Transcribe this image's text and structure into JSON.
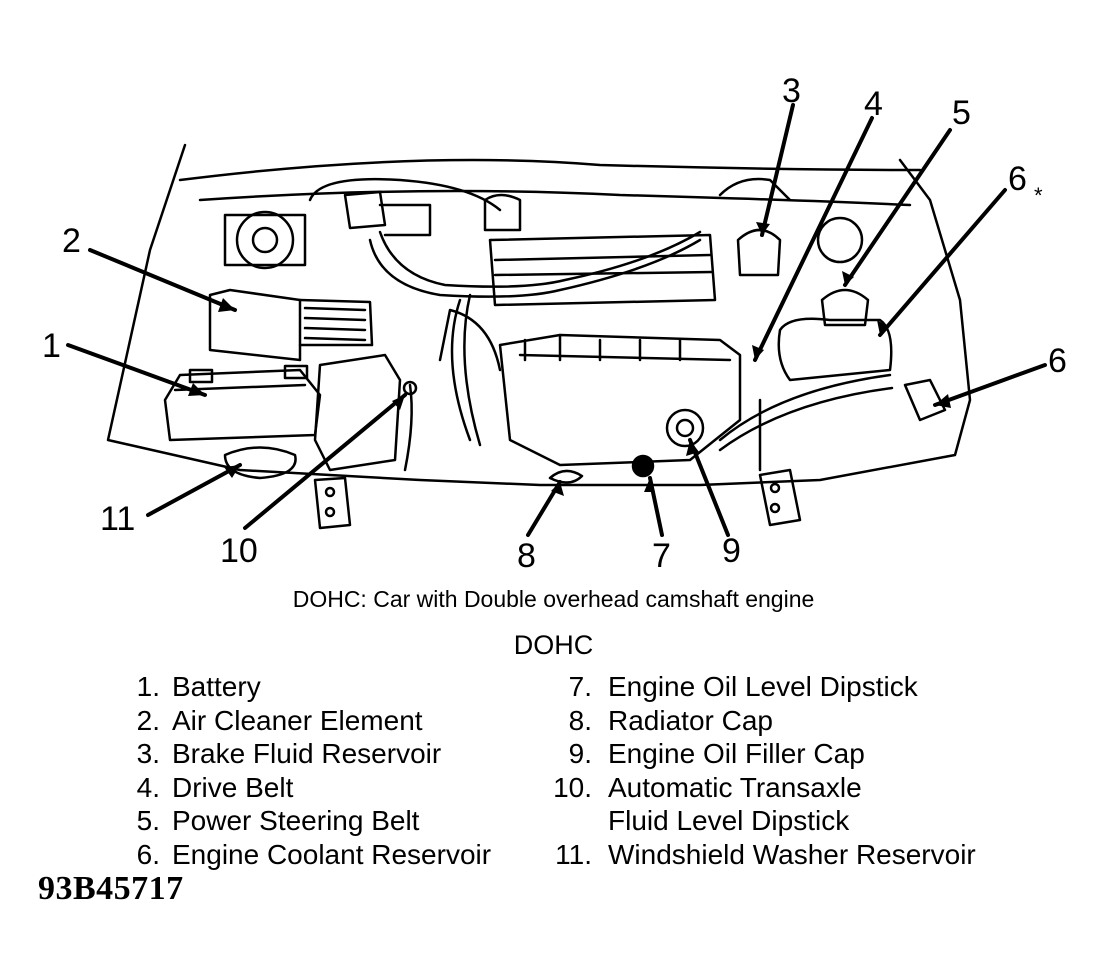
{
  "callouts": {
    "c1": "1",
    "c2": "2",
    "c3": "3",
    "c4": "4",
    "c5": "5",
    "c6a": "6",
    "c6a_mark": "*",
    "c6b": "6",
    "c7": "7",
    "c8": "8",
    "c9": "9",
    "c10": "10",
    "c11": "11"
  },
  "caption": "DOHC: Car with Double overhead camshaft engine",
  "subtitle": "DOHC",
  "legend": {
    "left": [
      {
        "num": "1.",
        "label": "Battery"
      },
      {
        "num": "2.",
        "label": "Air Cleaner Element"
      },
      {
        "num": "3.",
        "label": "Brake Fluid Reservoir"
      },
      {
        "num": "4.",
        "label": "Drive Belt"
      },
      {
        "num": "5.",
        "label": "Power Steering Belt"
      },
      {
        "num": "6.",
        "label": "Engine Coolant Reservoir"
      }
    ],
    "right": [
      {
        "num": "7.",
        "label": "Engine Oil Level Dipstick"
      },
      {
        "num": "8.",
        "label": "Radiator Cap"
      },
      {
        "num": "9.",
        "label": "Engine Oil Filler Cap"
      },
      {
        "num": "10.",
        "label": "Automatic Transaxle",
        "label2": "Fluid Level Dipstick"
      },
      {
        "num": "11.",
        "label": "Windshield Washer Reservoir"
      }
    ]
  },
  "figure_id": "93B45717"
}
